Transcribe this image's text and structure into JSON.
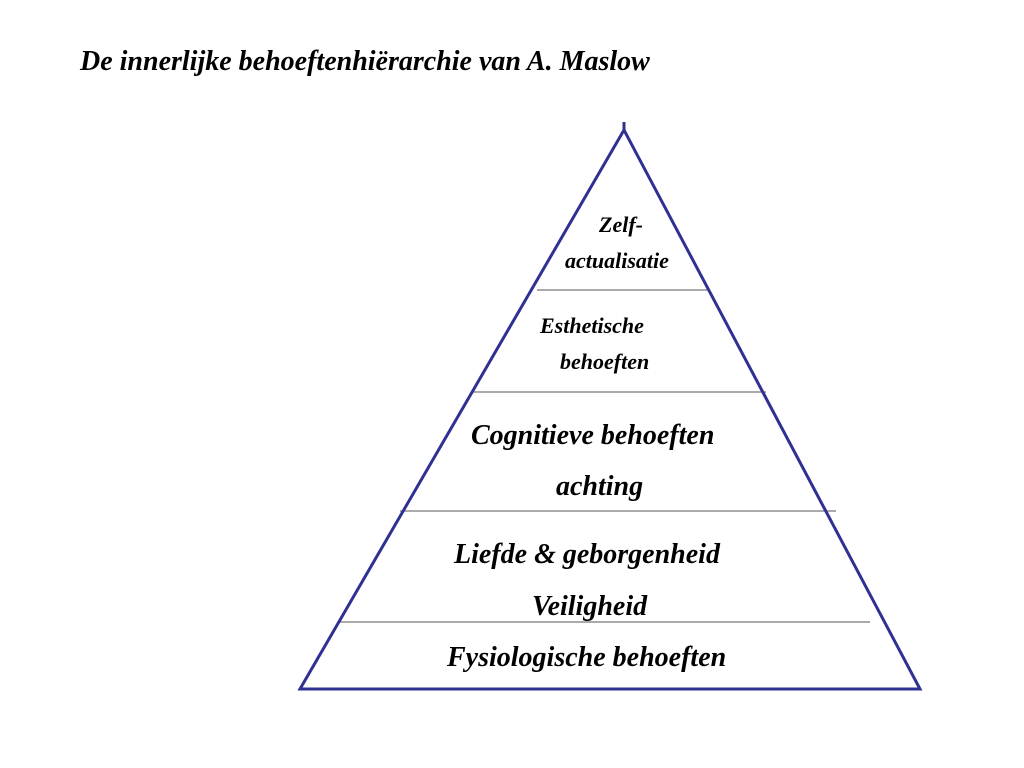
{
  "title": "De innerlijke behoeftenhiërarchie van A. Maslow",
  "colors": {
    "outline": "#2e3192",
    "divider": "#555555",
    "text": "#000000"
  },
  "levels": {
    "self_actualization": {
      "line1": "Zelf-",
      "line2": "actualisatie"
    },
    "aesthetic": {
      "line1": "Esthetische",
      "line2": "behoeften"
    },
    "cognitive": {
      "line1": "Cognitieve behoeften",
      "line2": "achting"
    },
    "love": {
      "line1": "Liefde & geborgenheid",
      "line2": "Veiligheid"
    },
    "physiological": {
      "line1": "Fysiologische behoeften"
    }
  }
}
